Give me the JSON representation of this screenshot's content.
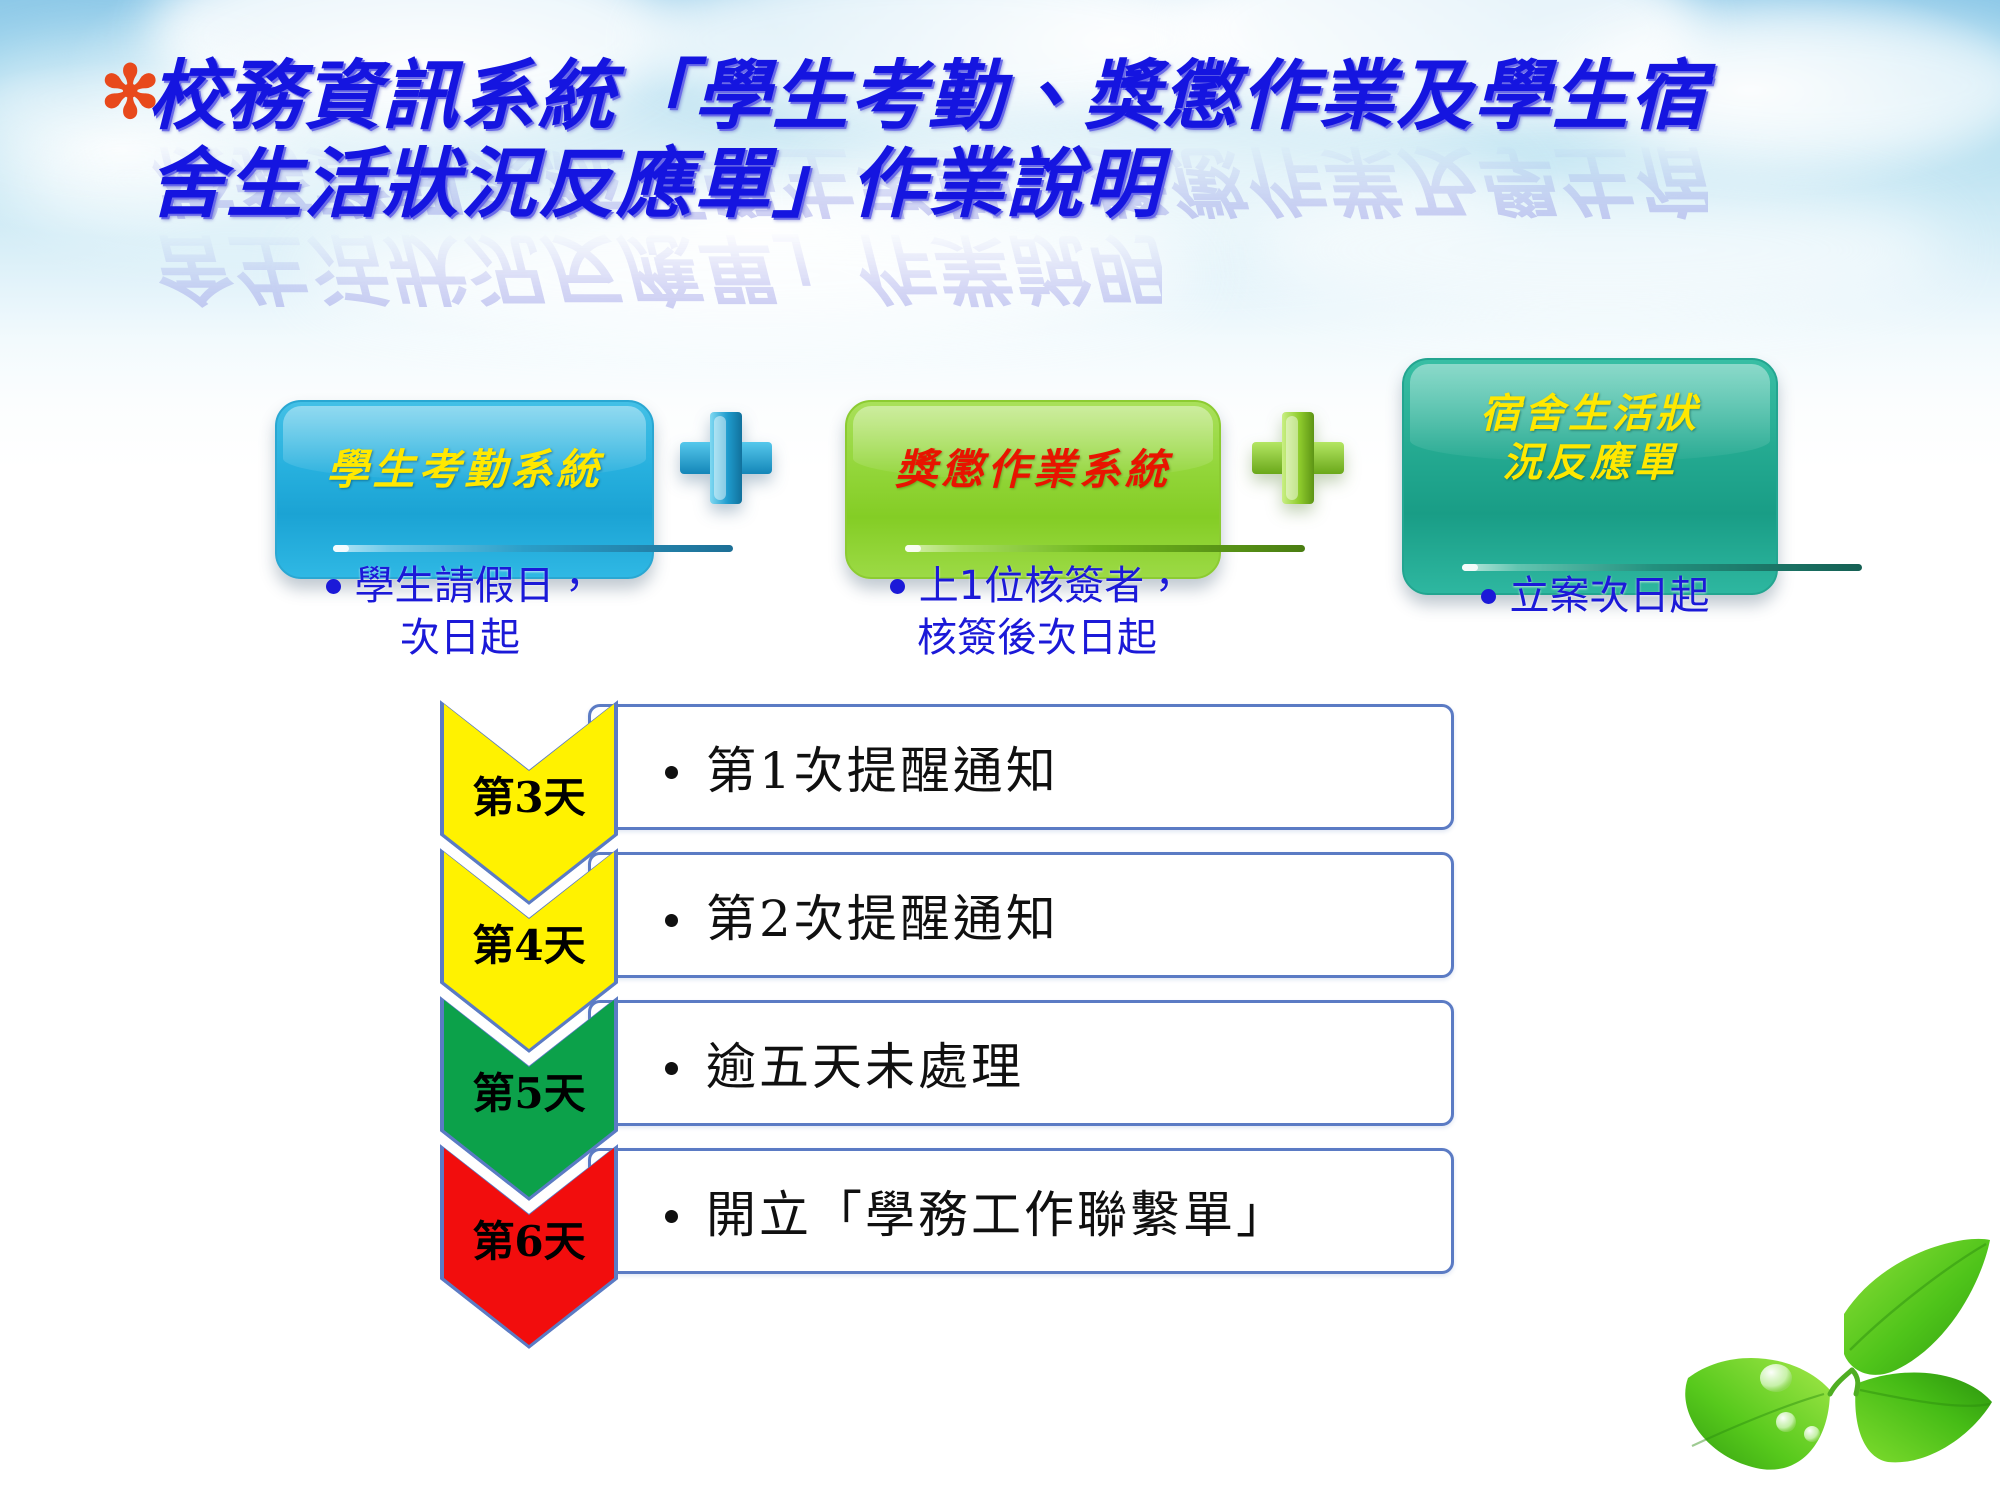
{
  "slide": {
    "title_marker": "✻",
    "title_line1": "校務資訊系統「學生考勤、獎懲作業及學生宿",
    "title_line2": "舍生活狀況反應單」作業說明",
    "title_color": "#1515E0",
    "marker_color": "#E8491C"
  },
  "systems": [
    {
      "id": "attendance",
      "label": "學生考勤系統",
      "label_color": "#FFE800",
      "box_color": "#1ba3d4",
      "caption_line1": "學生請假日，",
      "caption_line2": "次日起",
      "caption_color": "#1B19D8"
    },
    {
      "id": "reward",
      "label": "獎懲作業系統",
      "label_color": "#E81400",
      "box_color": "#84cd25",
      "caption_line1": "上1位核簽者，",
      "caption_line2": "核簽後次日起",
      "caption_color": "#1B19D8"
    },
    {
      "id": "dorm",
      "label_line1": "宿舍生活狀",
      "label_line2": "況反應單",
      "label_color": "#FFE800",
      "box_color": "#199d86",
      "caption_line1": "立案次日起",
      "caption_line2": "",
      "caption_color": "#1B19D8"
    }
  ],
  "operators": [
    {
      "symbol": "+",
      "color": "#1f9bcd"
    },
    {
      "symbol": "+",
      "color": "#8ecb2c"
    }
  ],
  "steps": [
    {
      "day": "第3天",
      "chevron_color": "#FFF200",
      "text": "第1次提醒通知"
    },
    {
      "day": "第4天",
      "chevron_color": "#FFF200",
      "text": "第2次提醒通知"
    },
    {
      "day": "第5天",
      "chevron_color": "#0CA14A",
      "text": "逾五天未處理"
    },
    {
      "day": "第6天",
      "chevron_color": "#F20D0D",
      "text": "開立「學務工作聯繫單」"
    }
  ],
  "decor": {
    "leaf": "leaf-cluster",
    "chevron_outline_color": "#5B7BC4",
    "step_box_border": "#5B7BC4"
  }
}
